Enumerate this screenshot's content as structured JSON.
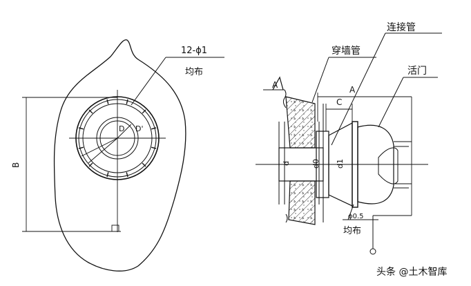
{
  "left_view": {
    "hole_callout": "12-ϕ1",
    "distribution": "均布",
    "dim_b": "B",
    "dim_d_big": "D",
    "dim_d_small": "D'"
  },
  "right_view": {
    "label_connector": "连接管",
    "label_wall_pipe": "穿墙管",
    "label_valve": "活门",
    "label_section": "A",
    "dim_a": "A",
    "dim_c": "C",
    "dim_d": "d",
    "dim_d0": "d0",
    "dim_d1": "d1",
    "bolt_callout": "ϕ0.5",
    "distribution": "均布"
  },
  "watermark": "头条 @土木智库"
}
